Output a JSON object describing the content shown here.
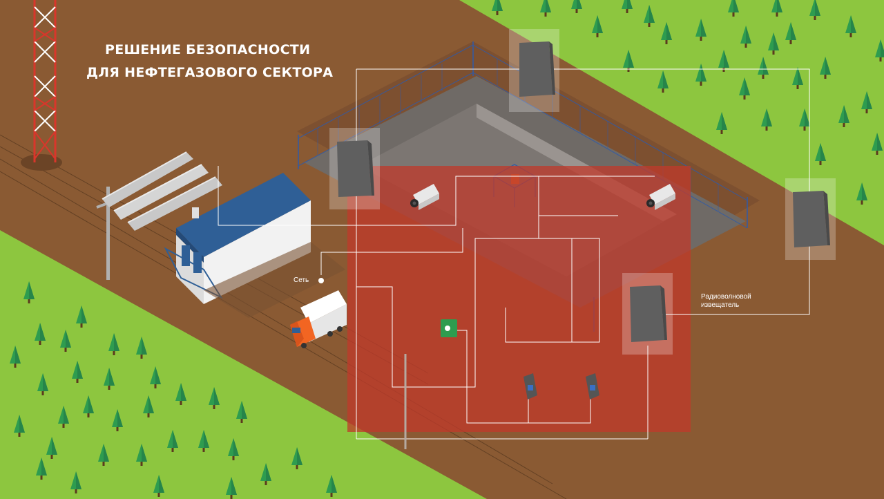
{
  "title": {
    "line1": "РЕШЕНИЕ БЕЗОПАСНОСТИ",
    "line2": "ДЛЯ НЕФТЕГАЗОВОГО СЕКТОРА"
  },
  "labels": {
    "network": "Сеть",
    "radio_detector_line1": "Радиоволновой",
    "radio_detector_line2": "извещатель"
  },
  "colors": {
    "ground": "#8a5a33",
    "grass": "#8dc63f",
    "security_zone": "#c0392b",
    "building_roof": "#2f5f96",
    "truck_cab": "#f26522"
  },
  "icons": [
    "radio-tower-icon",
    "power-pole-icon",
    "pipeline-icon",
    "building-icon",
    "truck-icon",
    "security-camera-icon",
    "radio-detector-icon",
    "control-panel-icon",
    "card-reader-icon",
    "tree-icon"
  ]
}
